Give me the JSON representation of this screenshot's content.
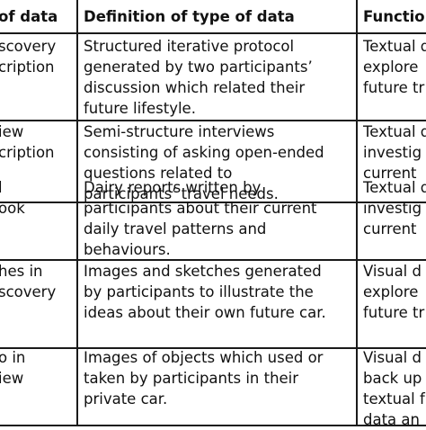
{
  "table": {
    "headers": [
      "of data",
      "Definition of type of data",
      "Function"
    ],
    "rows": [
      {
        "type": "scovery\ncription",
        "definition": "Structured iterative protocol\ngenerated by two participants’\ndiscussion which related their\nfuture lifestyle.",
        "function": "Textual d\nexplore\nfuture tr"
      },
      {
        "type": "iew\ncription",
        "definition": "Semi-structure interviews\nconsisting of asking open-ended\nquestions related to\nparticipants’ travel needs.",
        "function": "Textual d\ninvestig\ncurrent"
      },
      {
        "type": "l\nook",
        "definition": "Dairy reports written by\nparticipants about their current\ndaily travel patterns and\nbehaviours.",
        "function": "Textual d\ninvestig\ncurrent"
      },
      {
        "type": "hes in\nscovery",
        "definition": "Images and sketches generated\nby participants to illustrate the\nideas about their own future car.",
        "function": "Visual d\nexplore\nfuture tr"
      },
      {
        "type": "o in\niew",
        "definition": "Images of objects which used or\ntaken by participants in their\nprivate car.",
        "function": "Visual d\nback up\ntextual f\ndata an"
      }
    ]
  }
}
